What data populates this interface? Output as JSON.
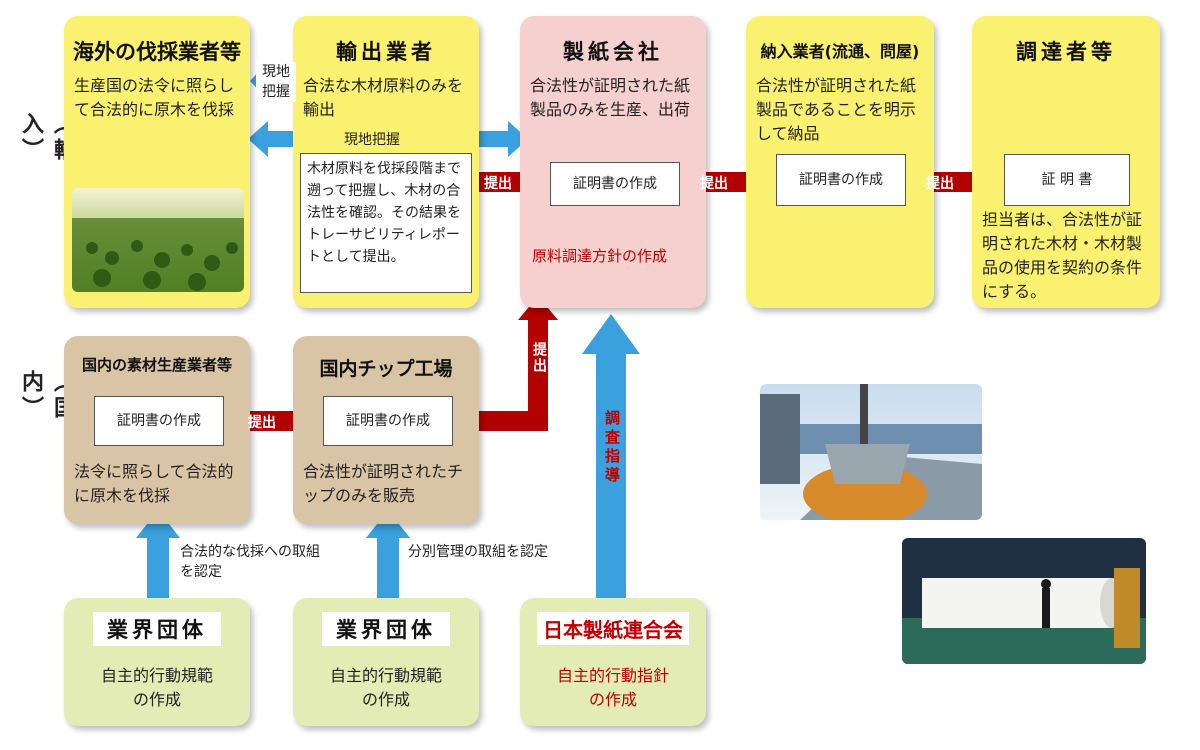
{
  "side_labels": {
    "import": "︵輸 入︶",
    "domestic": "︵国 内︶"
  },
  "boxes": {
    "overseas": {
      "title": "海外の伐採業者等",
      "text": "生産国の法令に照らして合法的に原木を伐採"
    },
    "exporter": {
      "title": "輸出業者",
      "text": "合法な木材原料のみを輸出",
      "note": "木材原料を伐採段階まで遡って把握し、木材の合法性を確認。その結果をトレーサビリティレポートとして提出。"
    },
    "paper_company": {
      "title": "製紙会社",
      "text": "合法性が証明された紙製品のみを生産、出荷",
      "cert": "証明書の作成",
      "policy": "原料調達方針の作成"
    },
    "supplier": {
      "title": "納入業者(流通、問屋)",
      "text": "合法性が証明された紙製品であることを明示して納品",
      "cert": "証明書の作成"
    },
    "procurer": {
      "title": "調達者等",
      "cert": "証 明 書",
      "text": "担当者は、合法性が証明された木材・木材製品の使用を契約の条件にする。"
    },
    "domestic_producer": {
      "title": "国内の素材生産業者等",
      "cert": "証明書の作成",
      "text": "法令に照らして合法的に原木を伐採"
    },
    "chip_factory": {
      "title": "国内チップ工場",
      "cert": "証明書の作成",
      "text": "合法性が証明されたチップのみを販売"
    },
    "industry1": {
      "title": "業界団体",
      "text": "自主的行動規範の作成"
    },
    "industry2": {
      "title": "業界団体",
      "text": "自主的行動規範の作成"
    },
    "jpa": {
      "title": "日本製紙連合会",
      "text": "自主的行動指針の作成"
    }
  },
  "arrows": {
    "genchi_small": "現地把握",
    "genchi_long": "現地把握",
    "submit": "提出",
    "investigate": "調査指導",
    "certify1": "合法的な伐採への取組を認定",
    "certify2": "分別管理の取組を認定"
  },
  "colors": {
    "yellow": "#fbf170",
    "pink": "#f6cfcf",
    "tan": "#d9c5a6",
    "green": "#e3ecb4",
    "red_arrow": "#b30000",
    "blue_arrow": "#3aa0de"
  }
}
